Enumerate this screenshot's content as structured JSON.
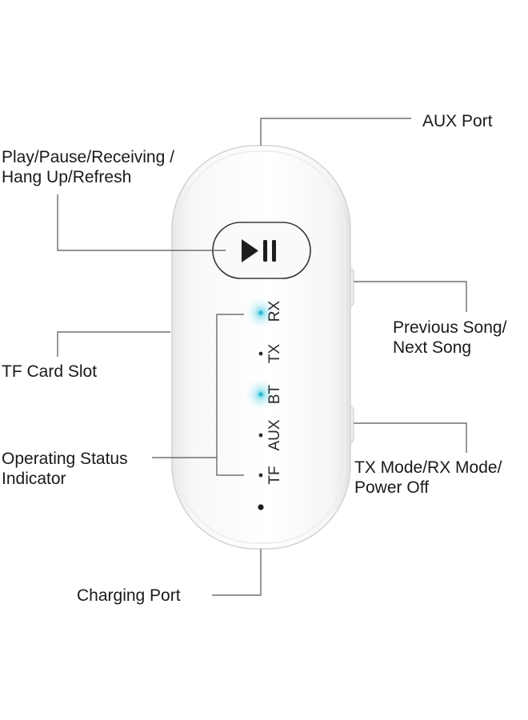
{
  "callouts": {
    "aux_port": "AUX Port",
    "play_pause_line1": "Play/Pause/Receiving /",
    "play_pause_line2": "Hang Up/Refresh",
    "tf_card_slot": "TF Card Slot",
    "operating_status_line1": "Operating Status",
    "operating_status_line2": "Indicator",
    "prev_next_line1": "Previous Song/",
    "prev_next_line2": "Next Song",
    "mode_line1": "TX Mode/RX Mode/",
    "mode_line2": "Power Off",
    "charging_port": "Charging Port"
  },
  "indicators": {
    "rx": "RX",
    "tx": "TX",
    "bt": "BT",
    "aux": "AUX",
    "tf": "TF"
  },
  "icons": {
    "play_pause": "play-pause-icon"
  },
  "colors": {
    "led_lit": "#5fd3e6",
    "line": "#555555"
  }
}
